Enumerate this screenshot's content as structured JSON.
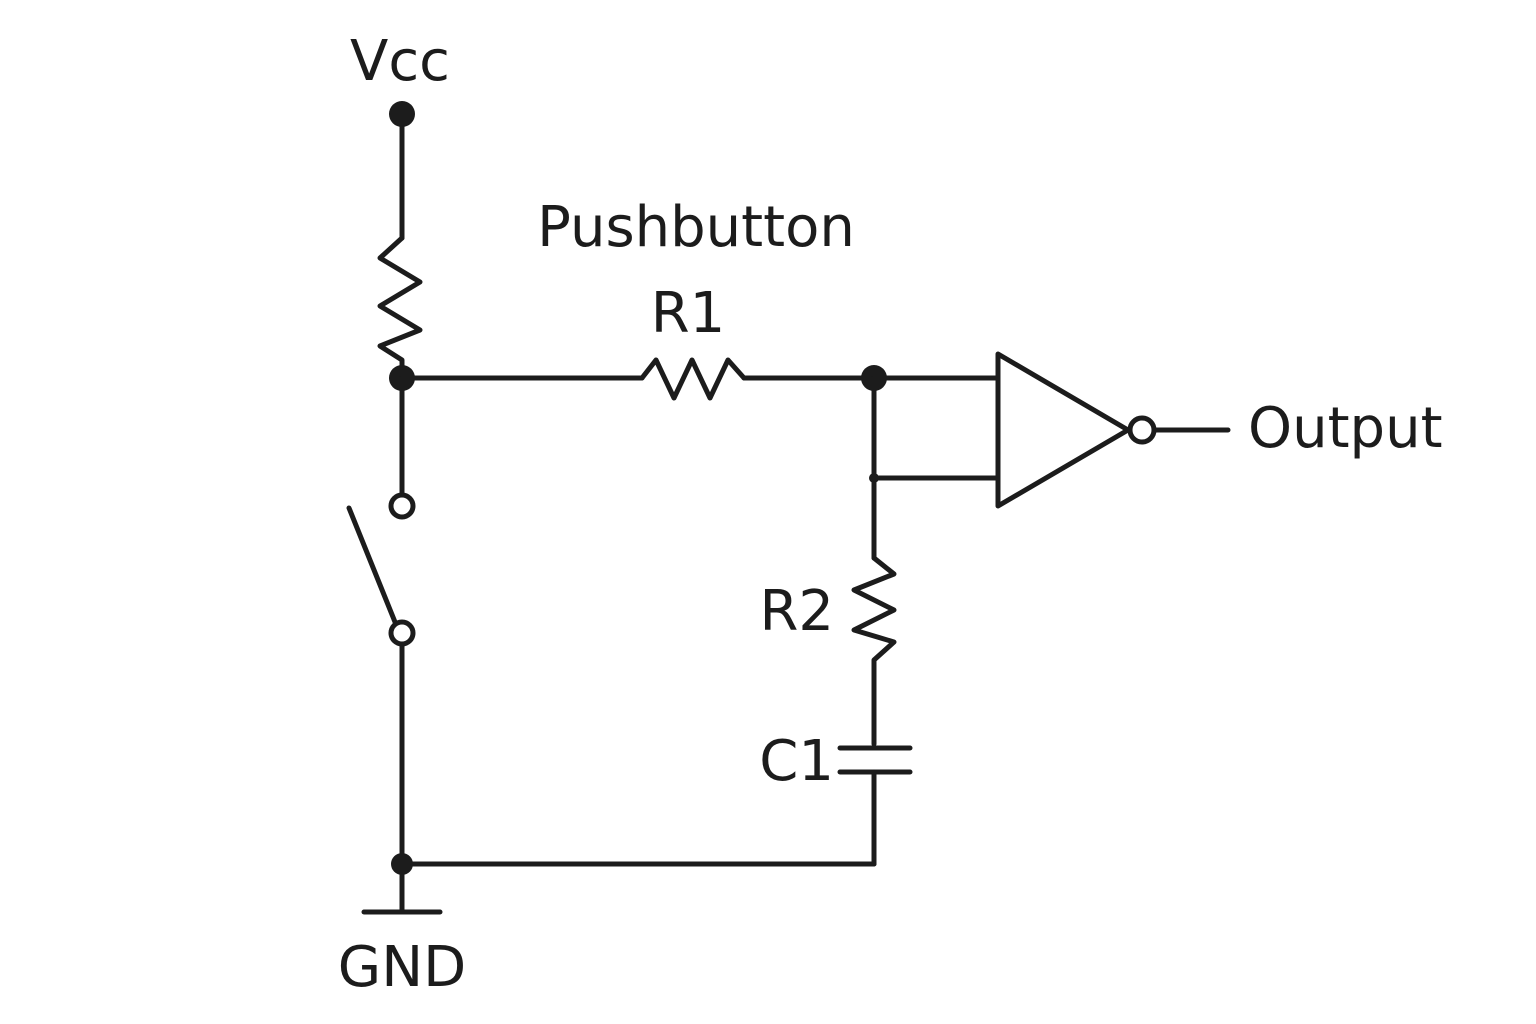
{
  "labels": {
    "vcc": "Vcc",
    "pushbutton": "Pushbutton",
    "r1": "R1",
    "r2": "R2",
    "c1": "C1",
    "output": "Output",
    "gnd": "GND"
  },
  "colors": {
    "ink": "#1c1c1c",
    "background": "#ffffff"
  }
}
